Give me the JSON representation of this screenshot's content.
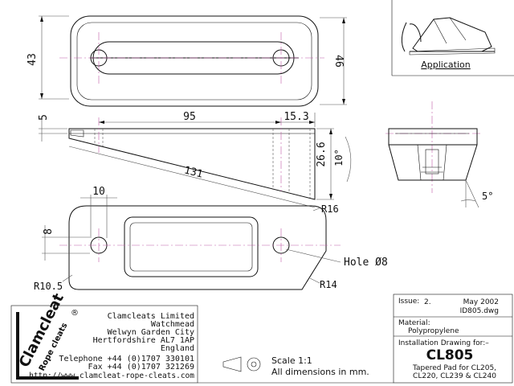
{
  "drawing": {
    "top_view_dims": {
      "height_left": "43",
      "height_right": "46"
    },
    "side_view_dims": {
      "thickness": "5",
      "hole_spacing": "95",
      "end_offset": "15.3",
      "overall_length": "131",
      "max_height": "26.6",
      "taper_angle": "10°"
    },
    "plan_dims": {
      "slot_width": "10",
      "hole_offset": "8",
      "radius_right": "R16",
      "radius_left": "R10.5",
      "radius_bottom_right": "R14",
      "hole_label": "Hole Ø8"
    },
    "end_view_dims": {
      "draft_angle": "5°"
    },
    "application_label": "Application"
  },
  "company": {
    "logo_text": "Clamcleat",
    "logo_sub": "Rope cleats",
    "registered": "®",
    "lines": [
      "Clamcleats Limited",
      "Watchmead",
      "Welwyn Garden City",
      "Hertfordshire AL7 1AP",
      "England"
    ],
    "telephone": "Telephone +44 (0)1707 330101",
    "fax": "Fax +44 (0)1707 321269",
    "web": "http://www.clamcleat-rope-cleats.com"
  },
  "scale_block": {
    "scale": "Scale 1:1",
    "units": "All dimensions in mm."
  },
  "title_block": {
    "issue_label": "Issue:",
    "issue_value": "2.",
    "date": "May 2002",
    "file": "ID805.dwg",
    "material_label": "Material:",
    "material_value": "Polypropylene",
    "drawing_for": "Installation Drawing for:–",
    "part_number": "CL805",
    "description_1": "Tapered Pad for CL205,",
    "description_2": "CL220, CL239 & CL240"
  }
}
